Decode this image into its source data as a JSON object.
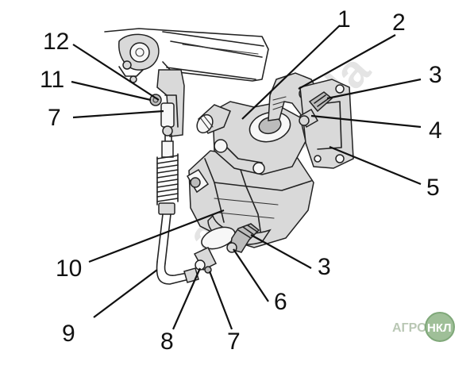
{
  "labels": {
    "l1": "1",
    "l2": "2",
    "l3a": "3",
    "l4": "4",
    "l5": "5",
    "l3b": "3",
    "l6": "6",
    "l7a": "7",
    "l8": "8",
    "l7b": "7",
    "l9": "9",
    "l10": "10",
    "l11": "11",
    "l12": "12"
  },
  "watermark": "agromikola",
  "logo": {
    "left": "АГРО",
    "badge": "НКЛ"
  },
  "colors": {
    "ink": "#222222",
    "metal_light": "#d9d9d9",
    "metal_dark": "#bcbcbc",
    "logo_green": "#7fa879"
  },
  "icons": [
    "pneumatic-valve-assembly-drawing"
  ]
}
